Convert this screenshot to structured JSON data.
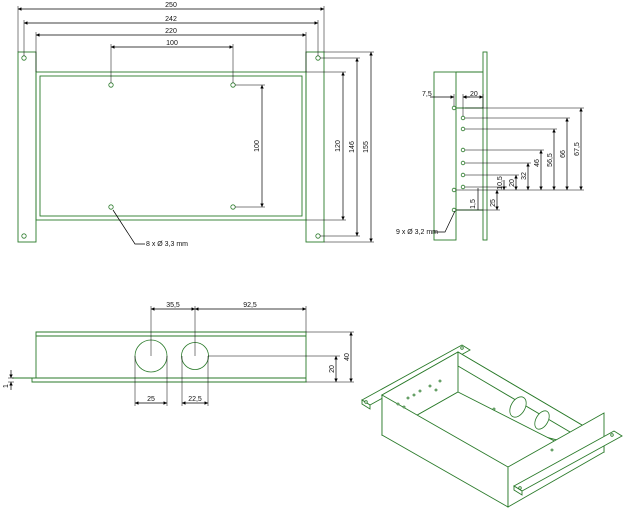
{
  "front_view": {
    "dims": {
      "overall_width": "250",
      "mount_hole_spacing": "242",
      "inner_width": "220",
      "top_hole_spacing": "100",
      "vertical_hole_spacing": "100",
      "inner_height": "120",
      "mount_hole_vertical": "146",
      "overall_height": "155"
    },
    "callout": "8 x    Ø 3,3 mm"
  },
  "side_view": {
    "dims": {
      "offset": "7,5",
      "depth": "20",
      "hole_1": "1,5",
      "hole_2": "10,5",
      "hole_3": "20",
      "hole_4": "32",
      "hole_5": "46",
      "hole_6": "56,5",
      "hole_7": "66",
      "hole_8": "67,5",
      "bottom": "25"
    },
    "callout": "9 x    Ø 3,2 mm"
  },
  "rear_view": {
    "dims": {
      "hole1_position": "35,5",
      "hole2_position": "92,5",
      "hole1_diameter": "25",
      "hole2_diameter": "22,5",
      "height": "40",
      "center_height": "20",
      "flange_thickness": "1"
    }
  },
  "colors": {
    "part_outline": "#2a7a2a",
    "dimension": "#000000"
  }
}
